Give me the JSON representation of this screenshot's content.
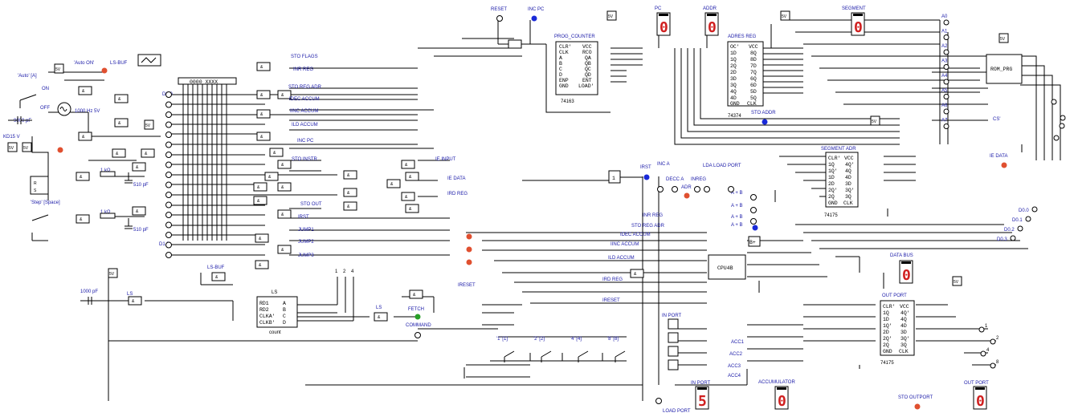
{
  "signals": {
    "reset": "RESET",
    "inc_pc": "INC PC",
    "pc": "PC",
    "addr": "ADDR",
    "segment": "SEGMENT",
    "prog_counter": "PROG_COUNTER",
    "adres_reg": "ADRES REG",
    "sto_addr": "STO ADDR",
    "rom_prg": "ROM_PRG",
    "segment_adr": "SEGMENT ADR",
    "ic_74163": "74163",
    "ic_74374": "74374",
    "ic_74175a": "74175",
    "ic_74175b": "74175",
    "cpu": "CPU4B",
    "data_bus": "DATA BUS",
    "out_port": "OUT PORT",
    "in_port": "IN PORT",
    "accumulator": "ACCUMULATOR",
    "load_port": "LOAD PORT",
    "sto_outport": "STO OUTPORT",
    "fetch": "FETCH",
    "command": "COMMAND",
    "count": "count",
    "auto_on": "'Auto ON'",
    "ls_buf": "LS-BUF",
    "ls": "LS",
    "ie_data": "IE DATA",
    "cs": "CS'",
    "fiveV": "5V"
  },
  "left_labels": {
    "auto": "'Auto' [A]",
    "on": "ON",
    "off": "OFF",
    "freq": "1000 Hz 5V",
    "cap1": "9000 pF",
    "step": "'Step' [Space]",
    "k1": "1 kΩ",
    "k2": "1 kΩ",
    "c510a": "510 pF",
    "c510b": "510 pF",
    "c1000": "1000 pF",
    "d0": "D0.0",
    "d1": "D1.F",
    "v5": "KD15 V"
  },
  "mid_labels": [
    "STO FLAGS",
    "INR REG",
    "STO REG ADR",
    "IDEC ACCUM",
    "IINC ACCUM",
    "ILD ACCUM",
    "INC PC",
    "STO INSTR",
    "STO OUT",
    "IRST",
    "JUMP1",
    "JUMP2",
    "JUMP3",
    "IE INPUT",
    "IE DATA",
    "IRD REG",
    "IRESET",
    "IRST",
    "INC A",
    "DECC A",
    "ADR",
    "LDA",
    "LOAD PORT",
    "INREG",
    "A + B",
    "A + B",
    "A + B",
    "A + B",
    "INR REG",
    "STO REG ADR",
    "IDEC ACCUM",
    "IINC ACCUM",
    "ILD ACCUM",
    "IRD REG",
    "IRESET"
  ],
  "rom_addr": [
    "A0",
    "A1",
    "A2",
    "A3",
    "A4",
    "A5",
    "A6",
    "A7"
  ],
  "rom_data": [
    "D0.0",
    "D0.1",
    "D0.2",
    "D0.3"
  ],
  "out_pins": [
    "1",
    "2",
    "4",
    "8"
  ],
  "in_switches": [
    "'1' [1]",
    "'2' [2]",
    "'4' [4]",
    "'8' [8]"
  ],
  "count_pins": [
    "1",
    "2",
    "4"
  ],
  "displays": {
    "pc": "0",
    "addr": "0",
    "segment": "0",
    "data_bus": "0",
    "in_port": "5",
    "accumulator": "0",
    "out_port": "0"
  },
  "probe": "0000    XXXX",
  "one_box": "1",
  "acc_labels": [
    "ACC1",
    "ACC2",
    "ACC3",
    "ACC4"
  ],
  "colors": {
    "wire": "#000000",
    "label": "#1a1aa8",
    "led_red": "#e05030",
    "led_blue": "#1a2ad8",
    "led_green": "#28a028",
    "display": "#d02020"
  }
}
